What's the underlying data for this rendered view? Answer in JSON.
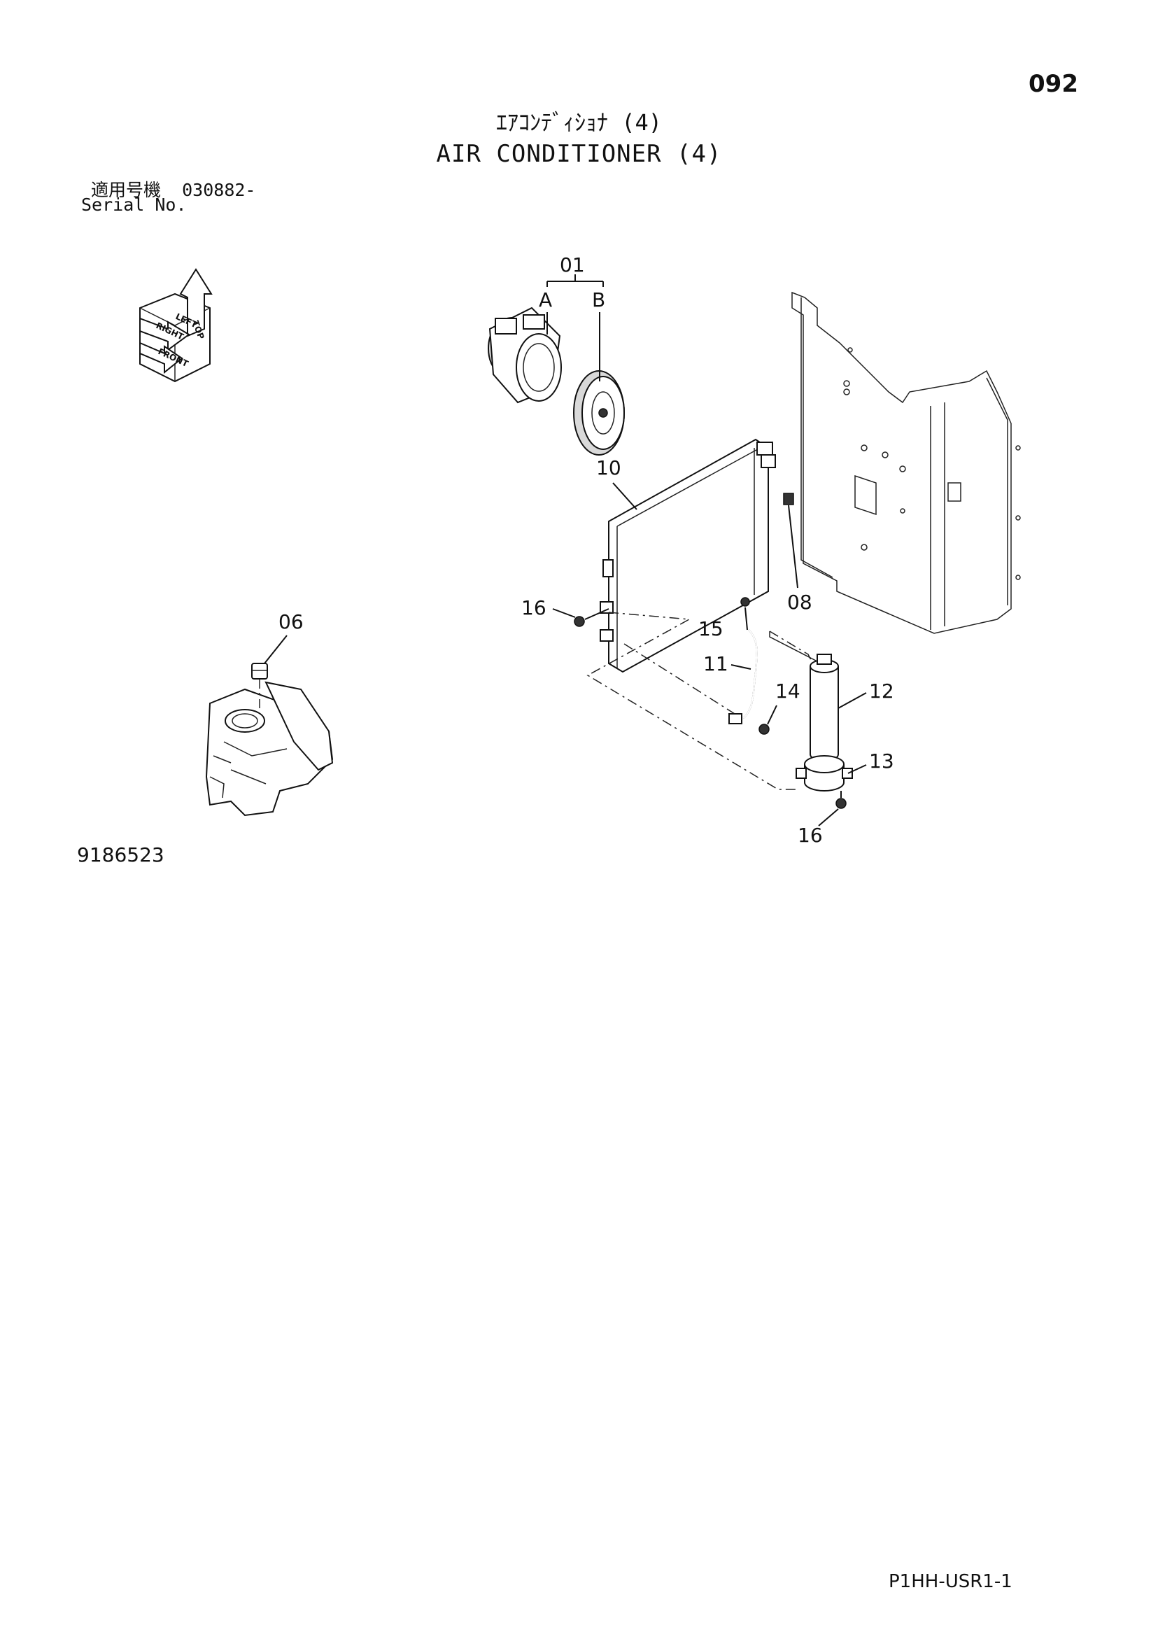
{
  "header": {
    "page_number": "092",
    "title_jp": "ｴｱｺﾝﾃﾞｨｼｮﾅ (4)",
    "title_en": "AIR CONDITIONER (4)",
    "serial_label_jp": "適用号機",
    "serial_value": "030882-",
    "serial_label_en": "Serial No."
  },
  "orientation_icon": {
    "labels": [
      "TOP",
      "LEFT",
      "RIGHT",
      "FRONT"
    ]
  },
  "callouts": {
    "c01": "01",
    "cA": "A",
    "cB": "B",
    "c06": "06",
    "c08": "08",
    "c10": "10",
    "c11": "11",
    "c12": "12",
    "c13": "13",
    "c14": "14",
    "c15": "15",
    "c16a": "16",
    "c16b": "16"
  },
  "footer": {
    "figure_number": "9186523",
    "page_code": "P1HH-USR1-1"
  }
}
